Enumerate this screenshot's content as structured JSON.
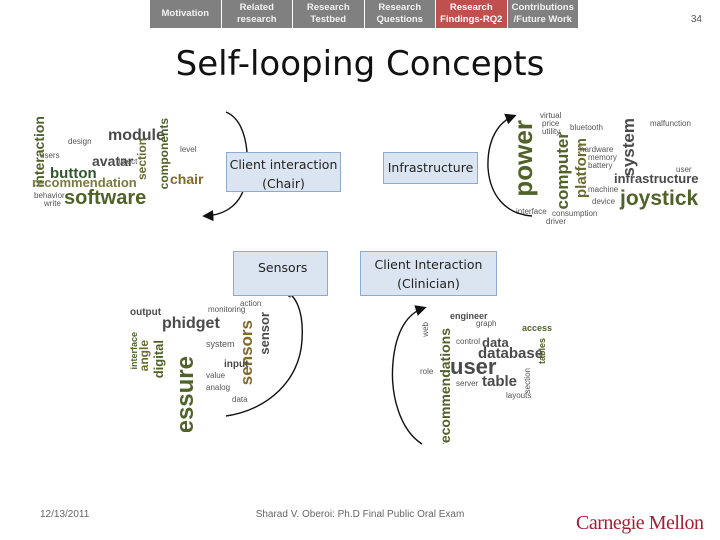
{
  "nav": {
    "tabs": [
      {
        "label": "Motivation",
        "active": false
      },
      {
        "label": "Related\nresearch",
        "active": false
      },
      {
        "label": "Research\nTestbed",
        "active": false
      },
      {
        "label": "Research\nQuestions",
        "active": false
      },
      {
        "label": "Research\nFindings-RQ2",
        "active": true
      },
      {
        "label": "Contributions\n/Future Work",
        "active": false
      }
    ],
    "active_color": "#c0504d",
    "inactive_color": "#808080"
  },
  "slide_number": "34",
  "title": "Self-looping Concepts",
  "boxes": {
    "chair": {
      "line1": "Client interaction",
      "line2": "(Chair)"
    },
    "infrastructure": {
      "label": "Infrastructure"
    },
    "sensors": {
      "label": "Sensors"
    },
    "clinician": {
      "line1": "Client Interaction",
      "line2": "(Clinician)"
    }
  },
  "clouds": {
    "chair": [
      "interaction",
      "button",
      "software",
      "module",
      "recommendation",
      "components",
      "section",
      "avatar",
      "chair",
      "users",
      "design",
      "object",
      "behavior",
      "write",
      "level"
    ],
    "infrastructure": [
      "power",
      "computer",
      "platform",
      "system",
      "joystick",
      "infrastructure",
      "virtual",
      "price",
      "utility",
      "bluetooth",
      "hardware",
      "memory",
      "battery",
      "device",
      "machine",
      "interface",
      "consumption",
      "driver",
      "malfunction",
      "user"
    ],
    "sensors": [
      "pressure",
      "phidget",
      "sensors",
      "sensor",
      "digital",
      "angle",
      "output",
      "interface",
      "value",
      "input",
      "system",
      "monitoring",
      "action",
      "analog",
      "data"
    ],
    "clinician": [
      "recommendations",
      "user",
      "database",
      "table",
      "data",
      "engineer",
      "graph",
      "access",
      "tables",
      "layouts",
      "section",
      "server",
      "role",
      "web",
      "control"
    ]
  },
  "footer": {
    "date": "12/13/2011",
    "center": "Sharad V. Oberoi: Ph.D Final Public Oral Exam",
    "logo": "Carnegie Mellon"
  }
}
